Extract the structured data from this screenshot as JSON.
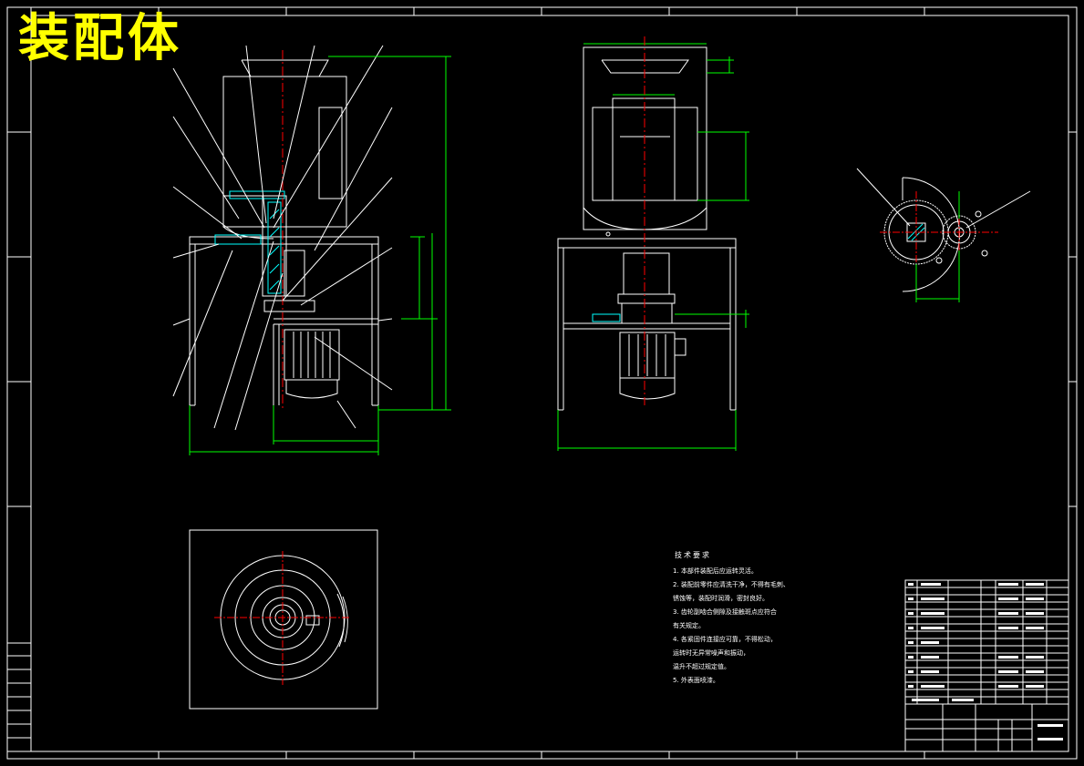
{
  "drawing": {
    "title_overlay": "装配体",
    "technical_notes_title": "技术要求",
    "technical_notes": [
      "1. 本部件装配后应运转灵活。",
      "2. 装配前零件应清洗干净，不得有毛刺、",
      "   锈蚀等，装配时润滑，密封良好。",
      "3. 齿轮副啮合侧隙及接触斑点应符合",
      "   有关规定。",
      "4. 各紧固件连接应可靠，不得松动，",
      "   运转时无异常噪声和振动，",
      "   温升不超过规定值。",
      "5. 外表面喷漆。"
    ]
  },
  "colors": {
    "background": "#000000",
    "outline": "#ffffff",
    "dimension": "#00ff00",
    "centerline": "#ff0000",
    "hatch": "#00ffff",
    "title_text": "#ffff00"
  }
}
